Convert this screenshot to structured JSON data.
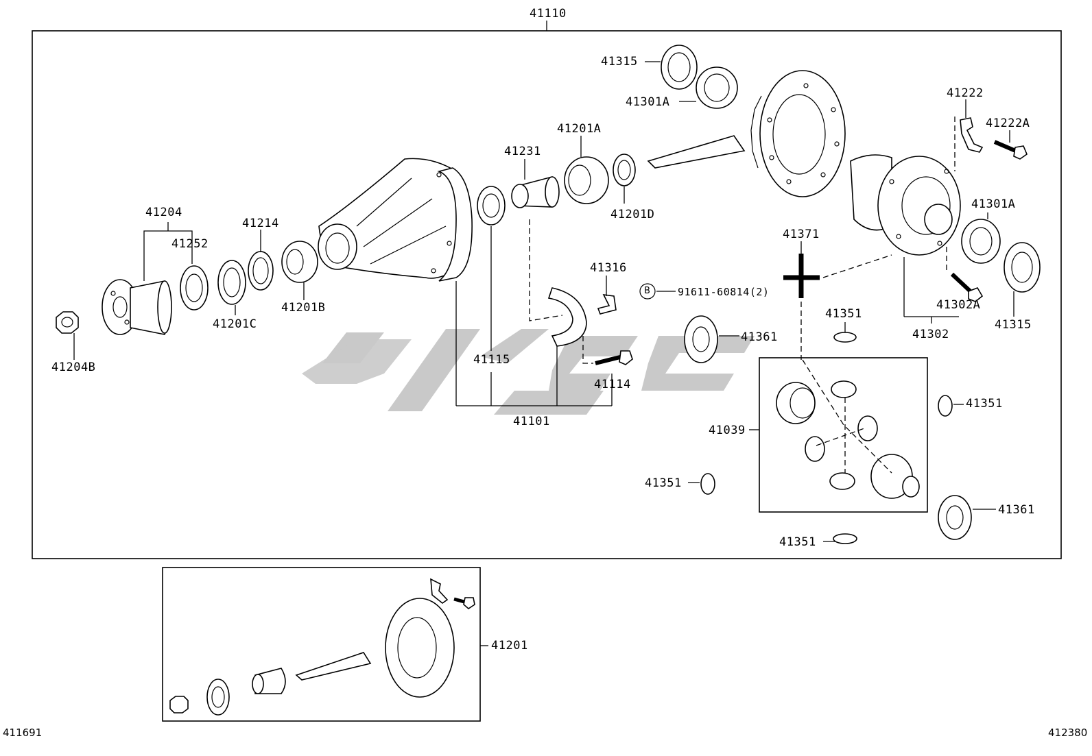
{
  "diagram": {
    "assembly_label": "41110",
    "corner_left": "411691",
    "corner_right": "412380",
    "callout_symbol": "B",
    "labels": {
      "l41315_top": "41315",
      "l41301A_top": "41301A",
      "l41222": "41222",
      "l41222A": "41222A",
      "l41201A": "41201A",
      "l41231": "41231",
      "l41201D": "41201D",
      "l41301A_right": "41301A",
      "l41204": "41204",
      "l41214": "41214",
      "l41252": "41252",
      "l41371": "41371",
      "l41316": "41316",
      "l91611": "91611-60814(2)",
      "l41302A": "41302A",
      "l41315_right": "41315",
      "l41201C": "41201C",
      "l41201B": "41201B",
      "l41204B": "41204B",
      "l41351_a": "41351",
      "l41302": "41302",
      "l41361_a": "41361",
      "l41115": "41115",
      "l41114": "41114",
      "l41101": "41101",
      "l41039": "41039",
      "l41351_b": "41351",
      "l41351_c": "41351",
      "l41361_b": "41361",
      "l41351_d": "41351",
      "l41201": "41201"
    }
  }
}
